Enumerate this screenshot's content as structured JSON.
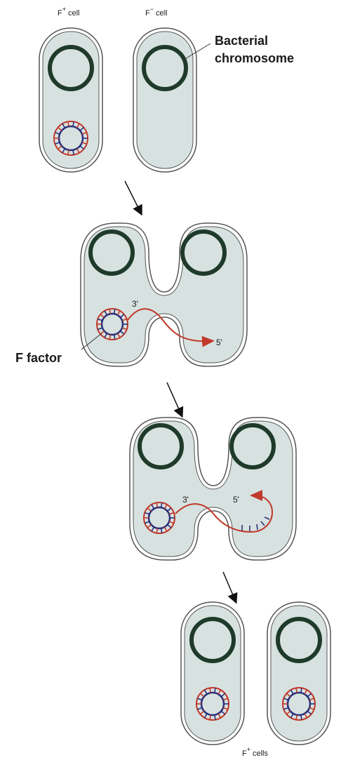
{
  "labels": {
    "f_plus_cell": "F",
    "f_plus_sup": "+",
    "f_plus_word": "cell",
    "f_minus_cell": "F",
    "f_minus_sup": "−",
    "f_minus_word": "cell",
    "bacterial_line1": "Bacterial",
    "bacterial_line2": "chromosome",
    "f_factor": "F factor",
    "three_prime": "3'",
    "five_prime": "5'",
    "f_plus_cells": "F",
    "f_plus_cells_sup": "+",
    "f_plus_cells_word": "cells"
  },
  "colors": {
    "cell_fill": "#d7e2e0",
    "outline": "#555555",
    "chromosome": "#1f3a2a",
    "strand_red": "#c0392b",
    "strand_blue": "#2a2f7a",
    "arrow": "#111111"
  }
}
